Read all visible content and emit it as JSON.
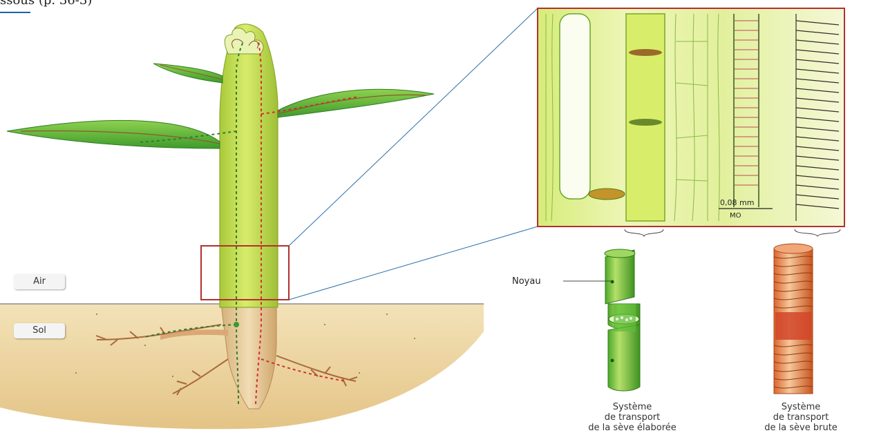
{
  "header_fragment": "ssous  (p. 36-3)",
  "labels": {
    "air": "Air",
    "sol": "Sol",
    "noyau": "Noyau",
    "scale": "0,08 mm",
    "microscope": "MO"
  },
  "captions": {
    "phloem": [
      "Système",
      "de transport",
      "de la sève élaborée"
    ],
    "xylem": [
      "Système",
      "de transport",
      "de la sève brute"
    ]
  },
  "colors": {
    "plant_green": "#c9e05a",
    "leaf_green": "#5fb83a",
    "phloem_line": "#2e7d32",
    "xylem_line": "#d32f2f",
    "soil": "#ecd6a4",
    "zoom_frame": "#b2302e",
    "xylem_tube": "#e98350",
    "phloem_tube": "#7cc23e"
  }
}
